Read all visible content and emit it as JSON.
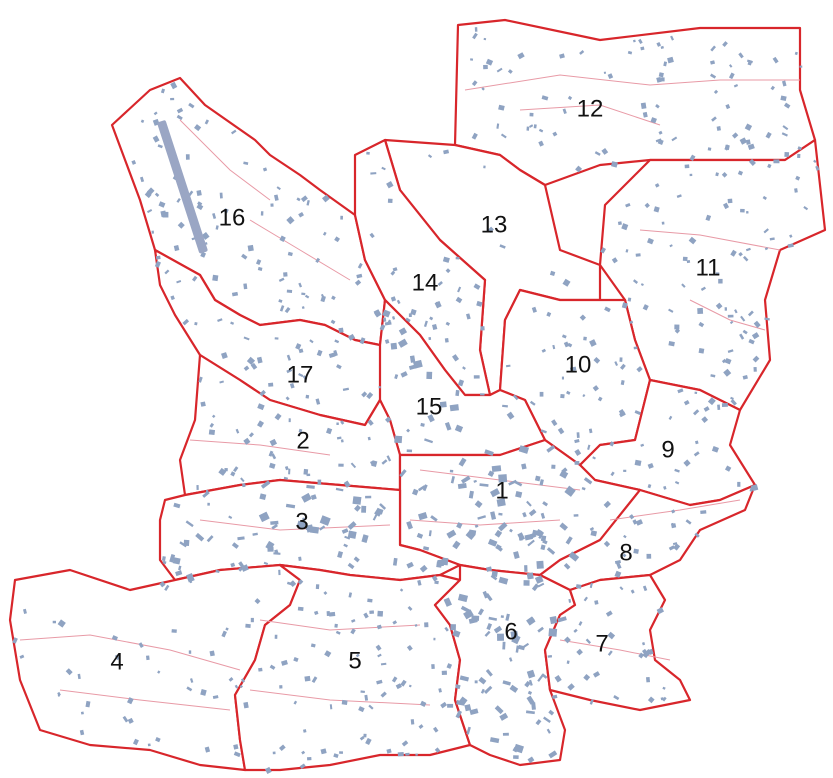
{
  "colors": {
    "boundary": "#d8262b",
    "sub_boundary": "#e89aa6",
    "buildings": "#8fa3c2",
    "land": "#ffffff",
    "label": "#111111"
  },
  "districts": [
    {
      "id": "1",
      "label": "1"
    },
    {
      "id": "2",
      "label": "2"
    },
    {
      "id": "3",
      "label": "3"
    },
    {
      "id": "4",
      "label": "4"
    },
    {
      "id": "5",
      "label": "5"
    },
    {
      "id": "6",
      "label": "6"
    },
    {
      "id": "7",
      "label": "7"
    },
    {
      "id": "8",
      "label": "8"
    },
    {
      "id": "9",
      "label": "9"
    },
    {
      "id": "10",
      "label": "10"
    },
    {
      "id": "11",
      "label": "11"
    },
    {
      "id": "12",
      "label": "12"
    },
    {
      "id": "13",
      "label": "13"
    },
    {
      "id": "14",
      "label": "14"
    },
    {
      "id": "15",
      "label": "15"
    },
    {
      "id": "16",
      "label": "16"
    },
    {
      "id": "17",
      "label": "17"
    }
  ]
}
